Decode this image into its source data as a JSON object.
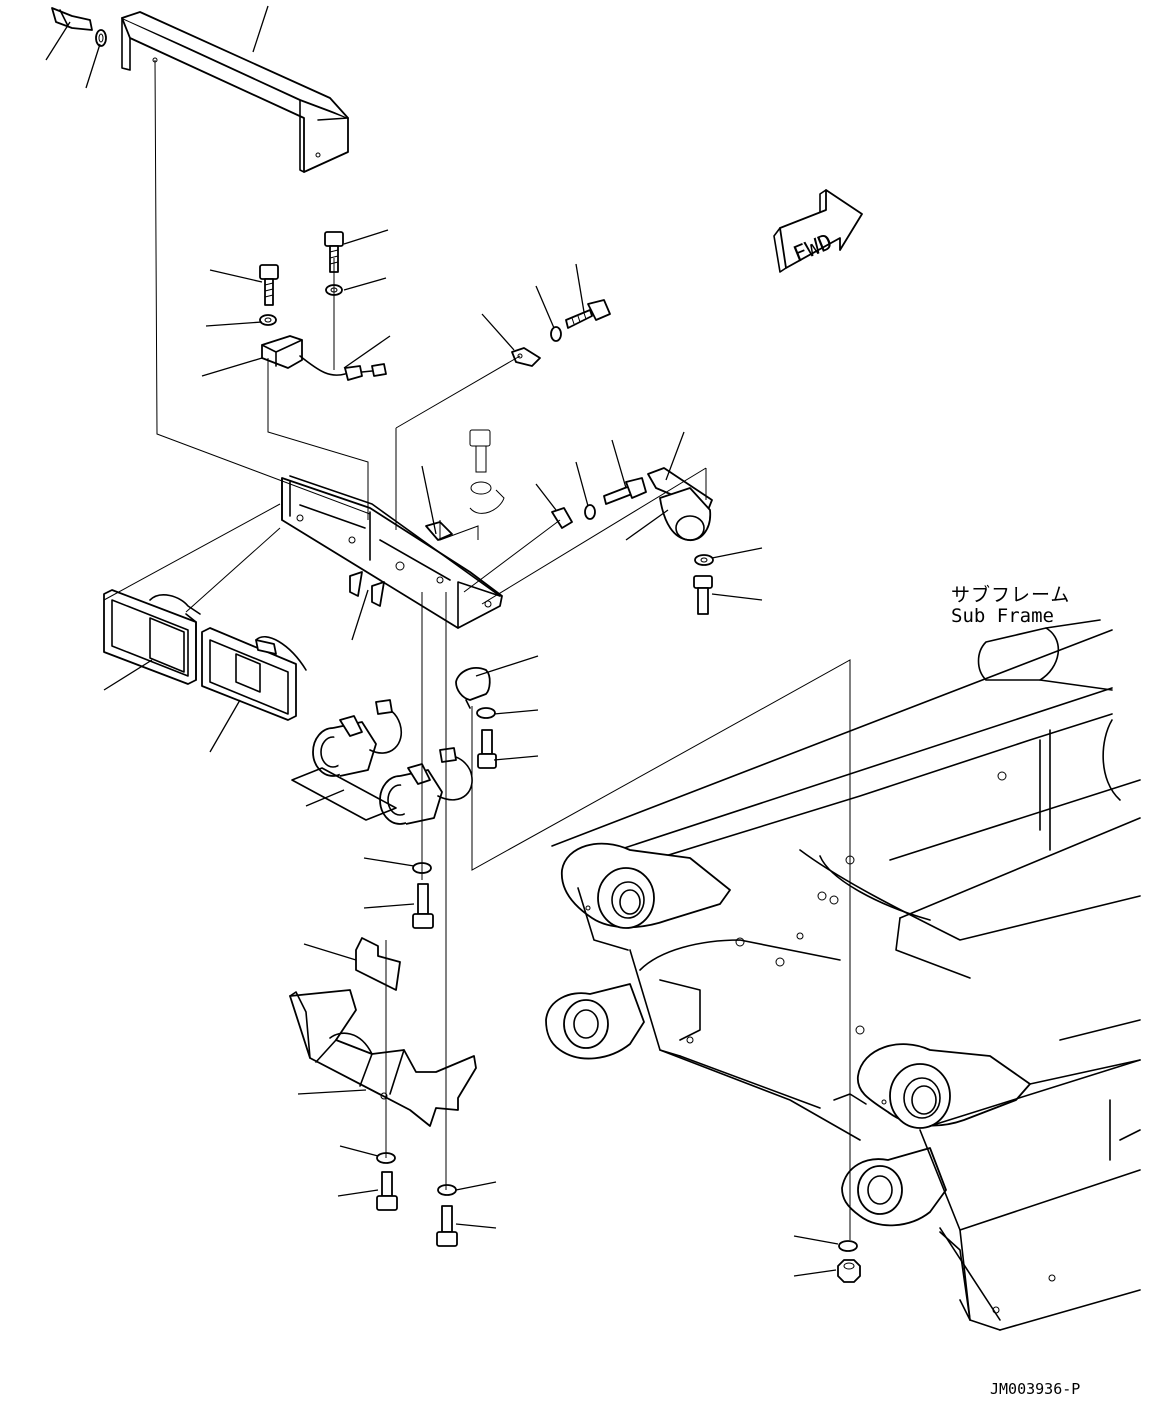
{
  "direction_marker": {
    "text": "FWD"
  },
  "sub_frame_label": {
    "japanese": "サブフレーム",
    "english": "Sub Frame"
  },
  "drawing_id": "JM003936-P"
}
